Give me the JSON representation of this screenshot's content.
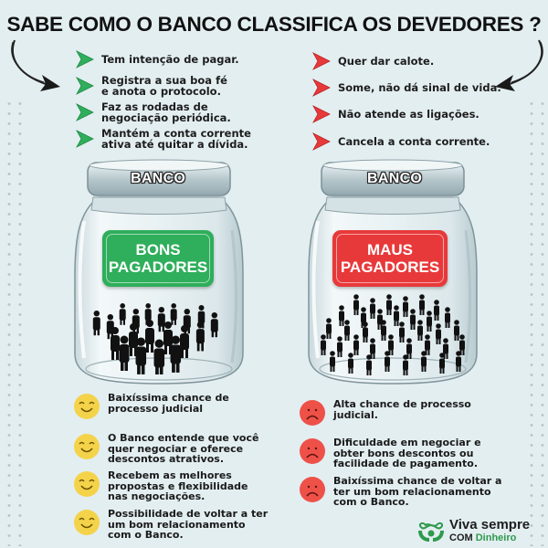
{
  "title": "SABE COMO O BANCO CLASSIFICA OS DEVEDORES ?",
  "colors": {
    "background": "#e3eef1",
    "good": "#2fae5b",
    "bad": "#e8393a",
    "smiley": "#f4d34a",
    "sad": "#ee5148",
    "brand_green": "#2e9a4c"
  },
  "good_behaviors": [
    {
      "icon": "green-arrow-icon",
      "text": "Tem intenção de pagar."
    },
    {
      "icon": "green-arrow-icon",
      "text": "Registra a sua boa fé\ne anota o protocolo."
    },
    {
      "icon": "green-arrow-icon",
      "text": "Faz as rodadas de\nnegociação periódica."
    },
    {
      "icon": "green-arrow-icon",
      "text": "Mantém  a conta corrente\nativa até quitar a dívida."
    }
  ],
  "bad_behaviors": [
    {
      "icon": "red-arrow-icon",
      "text": "Quer dar calote."
    },
    {
      "icon": "red-arrow-icon",
      "text": "Some, não dá sinal de vida."
    },
    {
      "icon": "red-arrow-icon",
      "text": "Não atende as ligações."
    },
    {
      "icon": "red-arrow-icon",
      "text": "Cancela a conta corrente."
    }
  ],
  "jars": {
    "good": {
      "lid_label": "BANCO",
      "badge_line1": "BONS",
      "badge_line2": "PAGADORES"
    },
    "bad": {
      "lid_label": "BANCO",
      "badge_line1": "MAUS",
      "badge_line2": "PAGADORES"
    }
  },
  "good_outcomes": [
    {
      "icon": "smiley-face-icon",
      "text": "Baixíssima chance de\nprocesso judicial"
    },
    {
      "icon": "smiley-face-icon",
      "text": "O Banco entende que você\nquer negociar e oferece\ndescontos atrativos."
    },
    {
      "icon": "smiley-face-icon",
      "text": "Recebem as melhores\npropostas  e flexibilidade\nnas negociações."
    },
    {
      "icon": "smiley-face-icon",
      "text": "Possibilidade de voltar a ter\num bom relacionamento\ncom o Banco."
    }
  ],
  "bad_outcomes": [
    {
      "icon": "sad-face-icon",
      "text": "Alta chance de processo\njudicial."
    },
    {
      "icon": "sad-face-icon",
      "text": "Dificuldade em negociar e\nobter bons descontos ou\nfacilidade de pagamento."
    },
    {
      "icon": "sad-face-icon",
      "text": "Baixíssima chance de voltar a\nter um bom relacionamento\ncom o Banco."
    }
  ],
  "brand": {
    "line1": "Viva sempre",
    "line2_a": "COM ",
    "line2_b": "Dinheiro"
  }
}
